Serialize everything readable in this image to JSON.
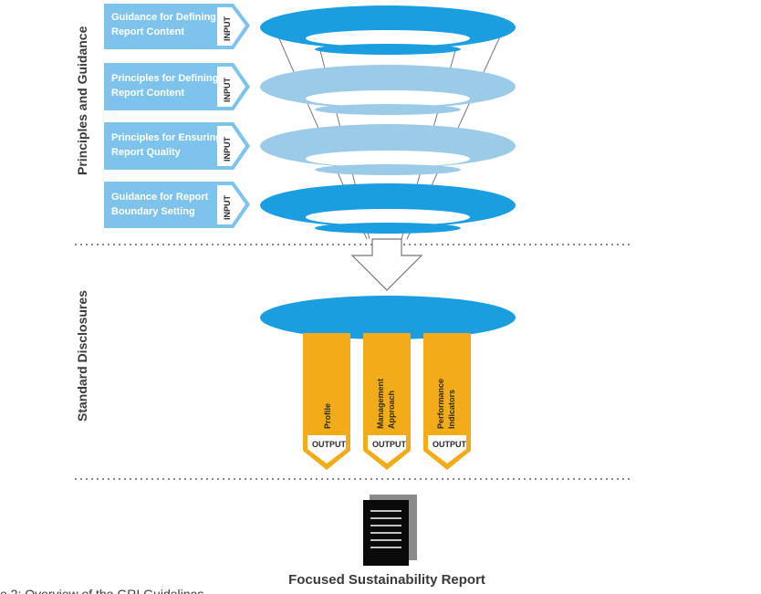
{
  "side_labels": {
    "principles": "Principles and Guidance",
    "standard": "Standard Disclosures"
  },
  "inputs": [
    {
      "line1": "Guidance for Defining",
      "line2": "Report Content",
      "tag": "INPUT"
    },
    {
      "line1": "Principles for Defining",
      "line2": "Report Content",
      "tag": "INPUT"
    },
    {
      "line1": "Principles for Ensuring",
      "line2": "Report Quality",
      "tag": "INPUT"
    },
    {
      "line1": "Guidance for Report",
      "line2": "Boundary Setting",
      "tag": "INPUT"
    }
  ],
  "outputs": [
    {
      "line1": "Profile",
      "line2": "",
      "tag": "OUTPUT"
    },
    {
      "line1": "Management",
      "line2": "Approach",
      "tag": "OUTPUT"
    },
    {
      "line1": "Performance",
      "line2": "Indicators",
      "tag": "OUTPUT"
    }
  ],
  "report_label": "Focused Sustainability Report",
  "caption": "e 2: Overview of the GRI Guidelines",
  "colors": {
    "dark_blue": "#1a9ee0",
    "light_blue": "#9ccbe8",
    "box_blue": "#7ec3ec",
    "orange": "#f2ac1a",
    "dots": "#888888"
  }
}
